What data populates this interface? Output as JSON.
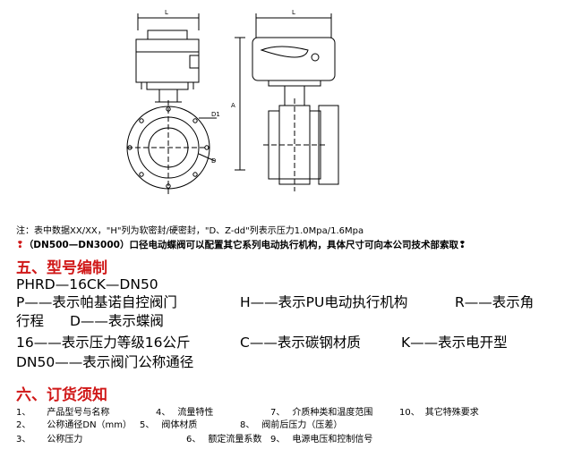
{
  "drawing": {
    "labels": {
      "dim_top": "L",
      "dim_top_right": "L",
      "side_dim": "A",
      "label_d1": "D1",
      "label_d": "D"
    }
  },
  "notes": {
    "line1": "注：表中数据XX/XX，\"H\"列为软密封/硬密封，\"D、Z-dd\"列表示压力1.0Mpa/1.6Mpa",
    "line2_bullet": "❢",
    "line2": "（DN500—DN3000）口径电动蝶阀可以配置其它系列电动执行机构，具体尺寸可向本公司技术部索取❢"
  },
  "section5": {
    "title": "五、型号编制",
    "model": "PHRD—16CK—DN50",
    "line_p": "P——表示帕基诺自控阀门",
    "line_h": "H——表示PU电动执行机构",
    "line_r": "R——表示角",
    "line_r2": "行程",
    "line_d": "D——表示蝶阀",
    "line_16": "16——表示压力等级16公斤",
    "line_c": "C——表示碳钢材质",
    "line_k": "K——表示电开型",
    "line_dn": "DN50——表示阀门公称通径"
  },
  "section6": {
    "title": "六、订货须知",
    "items": [
      {
        "n": "1、",
        "t": "产品型号与名称"
      },
      {
        "n": "4、",
        "t": "流量特性"
      },
      {
        "n": "7、",
        "t": "介质种类和温度范围"
      },
      {
        "n": "10、",
        "t": "其它特殊要求"
      },
      {
        "n": "2、",
        "t": "公称通径DN（mm）"
      },
      {
        "n": "5、",
        "t": "阀体材质"
      },
      {
        "n": "8、",
        "t": "阀前后压力（压差）"
      },
      {
        "n": "3、",
        "t": "公称压力"
      },
      {
        "n": "6、",
        "t": "额定流量系数"
      },
      {
        "n": "9、",
        "t": "电源电压和控制信号"
      }
    ]
  }
}
